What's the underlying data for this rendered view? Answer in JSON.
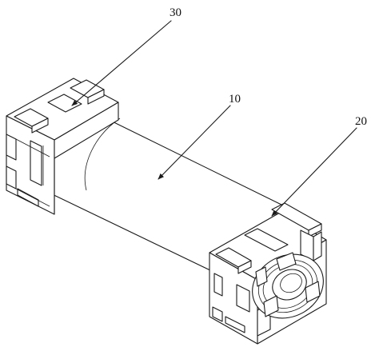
{
  "labels": {
    "part_30": "30",
    "part_10": "10",
    "part_20": "20"
  },
  "colors": {
    "line": "#1a1a1a",
    "background": "#ffffff"
  }
}
